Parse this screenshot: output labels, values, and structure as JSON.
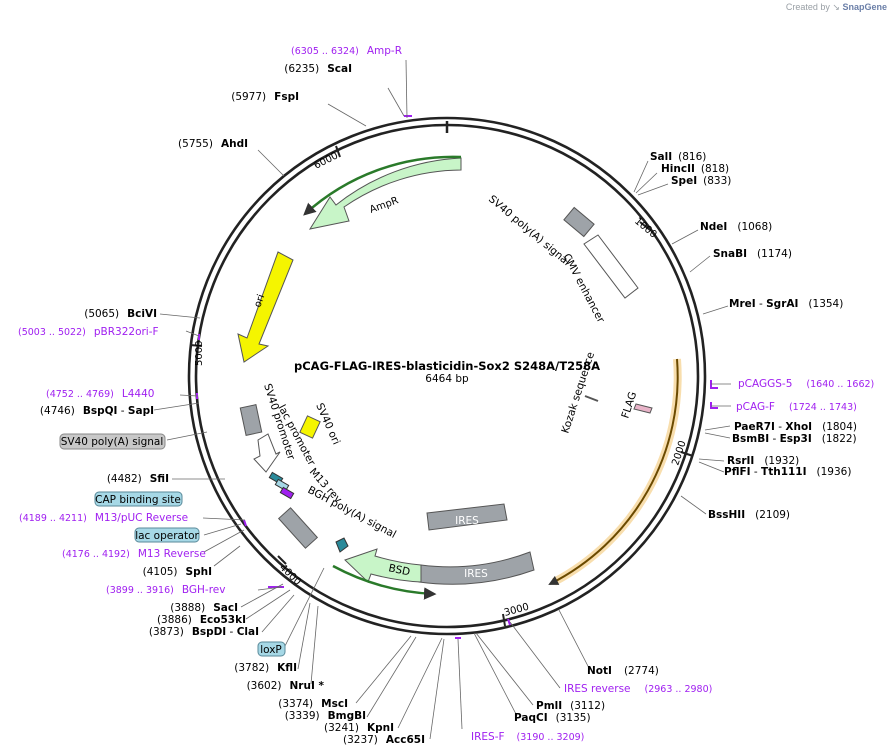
{
  "credit": {
    "prefix": "Created by",
    "brand": "SnapGene"
  },
  "plasmid": {
    "name": "pCAG-FLAG-IRES-blasticidin-Sox2 S248A/T258A",
    "size_label": "6464 bp"
  },
  "colors": {
    "primer": "#a020f0",
    "backbone": "#222222",
    "ampr": "#c8f5c8",
    "ori": "#f5f500",
    "ires": "#9ea3a8",
    "grey_feature": "#9ea3a8",
    "highlight": "#f5d08a",
    "orange_arrow": "#d08a00",
    "label_box": "#a6d8e6"
  },
  "ticks": [
    "1000",
    "2000",
    "3000",
    "4000",
    "5000",
    "6000"
  ],
  "feature_labels": {
    "ampr": "AmpR",
    "ori": "ori",
    "sv40_polya_top": "SV40 poly(A) signal",
    "cmv_enhancer": "CMV enhancer",
    "kozak": "Kozak sequence",
    "flag": "FLAG",
    "sv40_ori": "SV40 ori",
    "sv40_promoter": "SV40 promoter",
    "lac_promoter": "lac promoter",
    "m13_rev": "M13 rev",
    "bgh_polya": "BGH poly(A) signal",
    "ires_inner": "IRES",
    "bsd": "BSD",
    "ires_outer": "IRES"
  },
  "sites_right": [
    {
      "name": "SalI",
      "pos": "(816)"
    },
    {
      "name": "HincII",
      "pos": "(818)"
    },
    {
      "name": "SpeI",
      "pos": "(833)"
    },
    {
      "name": "NdeI",
      "pos": "(1068)"
    },
    {
      "name": "SnaBI",
      "pos": "(1174)"
    },
    {
      "name": "MreI",
      "name2": "SgrAI",
      "pos": "(1354)"
    },
    {
      "name": "PaeR7I",
      "name2": "XhoI",
      "pos": "(1804)"
    },
    {
      "name": "BsmBI",
      "name2": "Esp3I",
      "pos": "(1822)"
    },
    {
      "name": "RsrII",
      "pos": "(1932)"
    },
    {
      "name": "PflFI",
      "name2": "Tth111I",
      "pos": "(1936)"
    },
    {
      "name": "BssHII",
      "pos": "(2109)"
    },
    {
      "name": "NotI",
      "pos": "(2774)"
    },
    {
      "name": "PmlI",
      "pos": "(3112)"
    },
    {
      "name": "PaqCI",
      "pos": "(3135)"
    }
  ],
  "sites_left": [
    {
      "name": "ScaI",
      "pos": "(6235)"
    },
    {
      "name": "FspI",
      "pos": "(5977)"
    },
    {
      "name": "AhdI",
      "pos": "(5755)"
    },
    {
      "name": "BciVI",
      "pos": "(5065)"
    },
    {
      "name": "BspQI",
      "name2": "SapI",
      "pos": "(4746)"
    },
    {
      "name": "SfiI",
      "pos": "(4482)"
    },
    {
      "name": "SphI",
      "pos": "(4105)"
    },
    {
      "name": "SacI",
      "pos": "(3888)"
    },
    {
      "name": "Eco53kI",
      "pos": "(3886)"
    },
    {
      "name": "BspDI",
      "name2": "ClaI",
      "pos": "(3873)"
    },
    {
      "name": "KflI",
      "pos": "(3782)"
    },
    {
      "name": "NruI *",
      "pos": "(3602)"
    },
    {
      "name": "MscI",
      "pos": "(3374)"
    },
    {
      "name": "BmgBI",
      "pos": "(3339)"
    },
    {
      "name": "KpnI",
      "pos": "(3241)"
    },
    {
      "name": "Acc65I",
      "pos": "(3237)"
    }
  ],
  "primers": [
    {
      "name": "Amp-R",
      "range": "(6305 .. 6324)"
    },
    {
      "name": "pBR322ori-F",
      "range": "(5003 .. 5022)"
    },
    {
      "name": "L4440",
      "range": "(4752 .. 4769)"
    },
    {
      "name": "M13/pUC Reverse",
      "range": "(4189 .. 4211)"
    },
    {
      "name": "M13 Reverse",
      "range": "(4176 .. 4192)"
    },
    {
      "name": "BGH-rev",
      "range": "(3899 .. 3916)"
    },
    {
      "name": "pCAGGS-5",
      "range": "(1640 .. 1662)"
    },
    {
      "name": "pCAG-F",
      "range": "(1724 .. 1743)"
    },
    {
      "name": "IRES reverse",
      "range": "(2963 .. 2980)"
    },
    {
      "name": "IRES-F",
      "range": "(3190 .. 3209)"
    }
  ],
  "boxed_labels": [
    "SV40 poly(A) signal",
    "CAP binding site",
    "lac operator",
    "loxP"
  ]
}
